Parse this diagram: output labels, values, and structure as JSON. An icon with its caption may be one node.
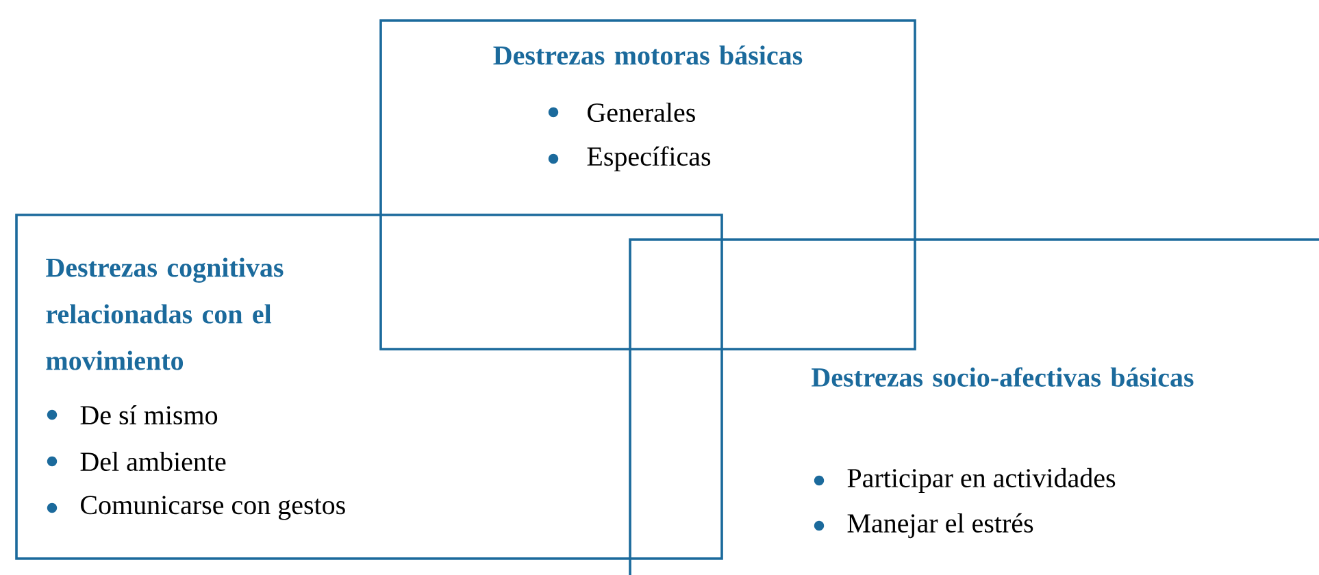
{
  "diagram": {
    "nodes": [
      {
        "text": [
          "Destrezas motoras básicas",
          "Generales",
          "Específicas"
        ]
      },
      {
        "text": [
          "Destrezas cognitivas relacionadas con el movimiento",
          "De sí mismo",
          "Del ambiente",
          "Comunicarse con gestos"
        ]
      },
      {
        "text": [
          "Destrezas socio-afectivas básicas",
          "Participar en actividades",
          "Manejar el estrés"
        ]
      }
    ]
  }
}
